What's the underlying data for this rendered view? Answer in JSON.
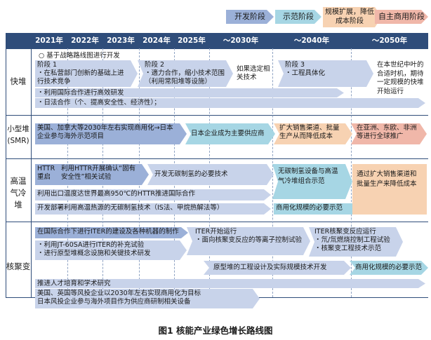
{
  "legend": {
    "dev": "开发阶段",
    "demo": "示范阶段",
    "scale": "规模扩展，降低成本阶段",
    "self": "自主商用阶段"
  },
  "years": [
    "2021年",
    "2022年",
    "2023年",
    "2024年",
    "2025年",
    "～2030年",
    "～2040年",
    "～2050年"
  ],
  "rows": {
    "fast": "快堆",
    "smr": "小型堆(SMR)",
    "htr": "高温气冷堆",
    "fusion": "核聚变"
  },
  "fast": {
    "a1": "○ 基于战略路线图进行开发",
    "a2": "阶段 1",
    "a3": "・在私营部门创新的基础上进行技术竞争",
    "a4": "阶段 2",
    "a5": "・適力合作，缩小技术范围（利用常阳堆等设施）",
    "a6": "如果选定相关技术",
    "a7": "阶段 3",
    "a8": "・工程具体化",
    "a9": "在本世纪中叶的合适时机，期待一定规模的快堆开始运行",
    "a10": "・利用国际合作进行高效研发",
    "a11": "・日法合作（个、提高安全性、经济性）；"
  },
  "smr": {
    "b1": "美国、加拿大等2030年左右实现商用化→日本企业参与海外示范项目",
    "b2": "日本企业成为主要供应商",
    "b3": "扩大销售渠道、批量生产从而降低成本",
    "b4": "在亚洲、东欧、非洲等进行全球推广"
  },
  "htr": {
    "c1": "HTTR重启",
    "c2": "利用HTTR开展确认“固有安全性”相关试验",
    "c3": "开发无碳制氢的必要技术",
    "c4": "无碳制氢设备与高温气冷堆组合示范",
    "c5": "通过扩大销售渠道和批量生产来降低成本",
    "c6": "利用出口温度达世界最高950℃的HTTR推进国际合作",
    "c7": "开发部署利用高温热源的无碳制氢技术（IS法、甲烷热解法等）",
    "c8": "商用化规模的必要示范"
  },
  "fusion": {
    "d1": "在国际合作下进行ITER的建设及各种机器的制作",
    "d2": "ITER开始运行",
    "d3": "・面向核聚变反应的等离子控制试验",
    "d4": "ITER核聚变反应运行",
    "d5": "・氘/氚燃烧控制工程试验",
    "d6": "・核聚变工程技术示范",
    "d7": "・利用JT-60SA进行ITER的补充试验",
    "d8": "・进行原型堆概念设施和关键技术研发",
    "d9": "原型堆的工程设计及实际规模技术开发",
    "d10": "商用化规模的必要示范",
    "d11": "推进人才培育和学术研究",
    "d12": "美国、英国等风投企业以2030年左右实现商用化为目标",
    "d13": "日本风投企业参与海外项目作为供应商研制相关设备"
  },
  "caption": "图1  核能产业绿色增长路线图",
  "colors": {
    "header": "#2f4d7a",
    "dev": "#9bb0d8",
    "demo": "#a6d6e4",
    "scale": "#f7d2b2",
    "self": "#f0b7a9"
  }
}
